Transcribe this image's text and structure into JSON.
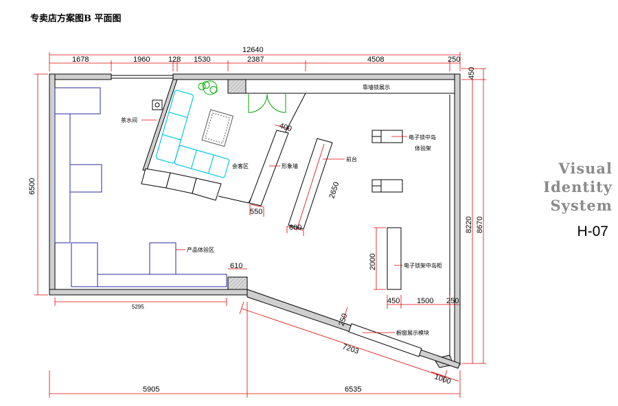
{
  "title": "专卖店方案图B 平面图",
  "vis": {
    "line1": "Visual",
    "line2": "Identity",
    "line3": "System"
  },
  "code": "H-07",
  "dims": {
    "d1678": "1678",
    "d1960": "1960",
    "d128": "128",
    "d1530": "1530",
    "d2387": "2387",
    "d4508": "4508",
    "d250a": "250",
    "d12640": "12640",
    "d450a": "450",
    "d6500": "6500",
    "d8220": "8220",
    "d8670": "8670",
    "d5295": "5295",
    "d5905": "5905",
    "d6535": "6535",
    "d400": "400",
    "d550": "550",
    "d600": "600",
    "d2650": "2650",
    "d610": "610",
    "d2000": "2000",
    "d450b": "450",
    "d1500": "1500",
    "d250b": "250",
    "d250c": "250",
    "d7203": "7203",
    "d1000": "1000"
  },
  "labels": {
    "tea_room": "茶水间",
    "meeting_area": "会客区",
    "image_wall": "形象墙",
    "front_desk": "前台",
    "wall_display": "靠墙锁展示",
    "island_rack": "电子锁中岛",
    "island_rack2": "体验架",
    "product_area": "产品体验区",
    "island_cabinet": "电子锁架中岛柜",
    "window_module": "橱窗展示模块"
  },
  "colors": {
    "wall_fill": "#cfcfcf",
    "dim_line": "#e00000",
    "sofa": "#00c8e0",
    "plant": "#00b000",
    "door": "#00a000",
    "fixture": "#2a2aa0"
  }
}
